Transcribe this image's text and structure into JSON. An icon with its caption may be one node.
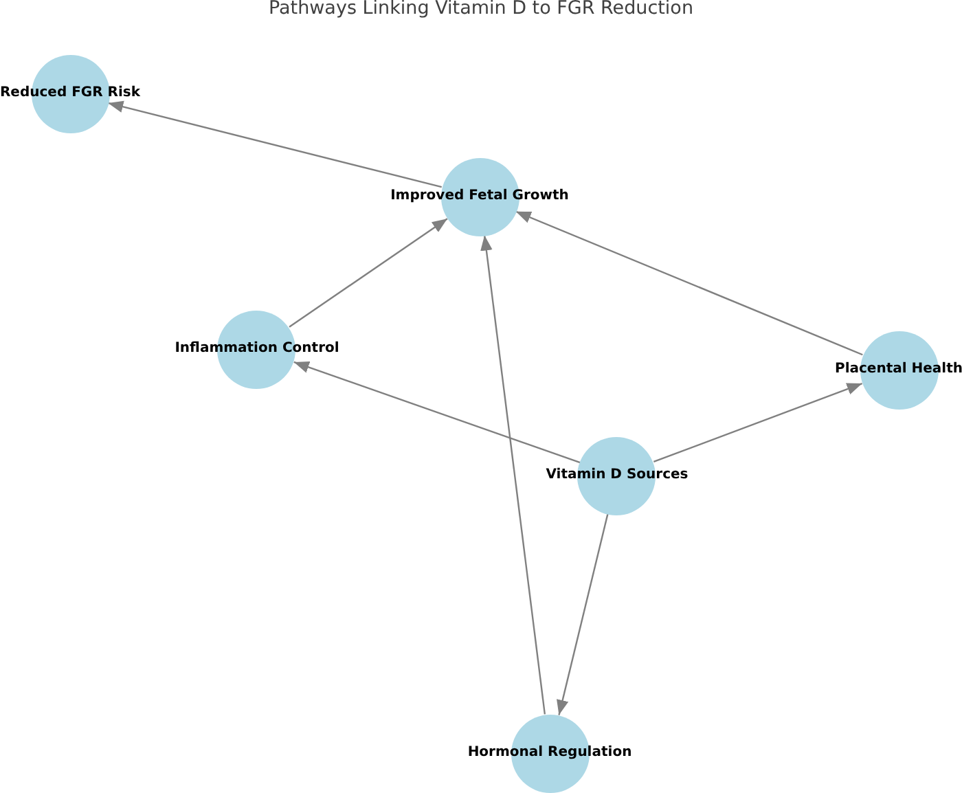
{
  "diagram": {
    "title": "Pathways Linking Vitamin D to FGR Reduction",
    "nodes": [
      {
        "text": [
          "Reduced FGR Risk"
        ]
      },
      {
        "text": [
          "Improved Fetal Growth"
        ]
      },
      {
        "text": [
          "Inflammation Control"
        ]
      },
      {
        "text": [
          "Placental Health"
        ]
      },
      {
        "text": [
          "Vitamin D Sources"
        ]
      },
      {
        "text": [
          "Hormonal Regulation"
        ]
      }
    ],
    "edges": [
      {
        "from": 4,
        "to": 3,
        "arrow": "to"
      },
      {
        "from": 4,
        "to": 2,
        "arrow": "to"
      },
      {
        "from": 4,
        "to": 5,
        "arrow": "to"
      },
      {
        "from": 3,
        "to": 1,
        "arrow": "to"
      },
      {
        "from": 2,
        "to": 1,
        "arrow": "to"
      },
      {
        "from": 5,
        "to": 1,
        "arrow": "to"
      },
      {
        "from": 1,
        "to": 0,
        "arrow": "to"
      }
    ]
  }
}
